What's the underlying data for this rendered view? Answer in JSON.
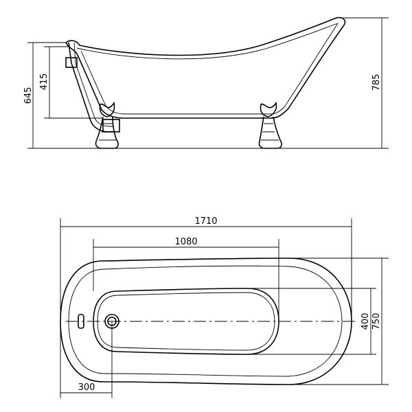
{
  "side_view": {
    "dimensions": {
      "overall_height": "785",
      "rim_height": "645",
      "faucet_height": "415"
    }
  },
  "top_view": {
    "dimensions": {
      "overall_length": "1710",
      "inner_length": "1080",
      "overall_width": "750",
      "inner_width": "400",
      "drain_offset": "300"
    }
  }
}
